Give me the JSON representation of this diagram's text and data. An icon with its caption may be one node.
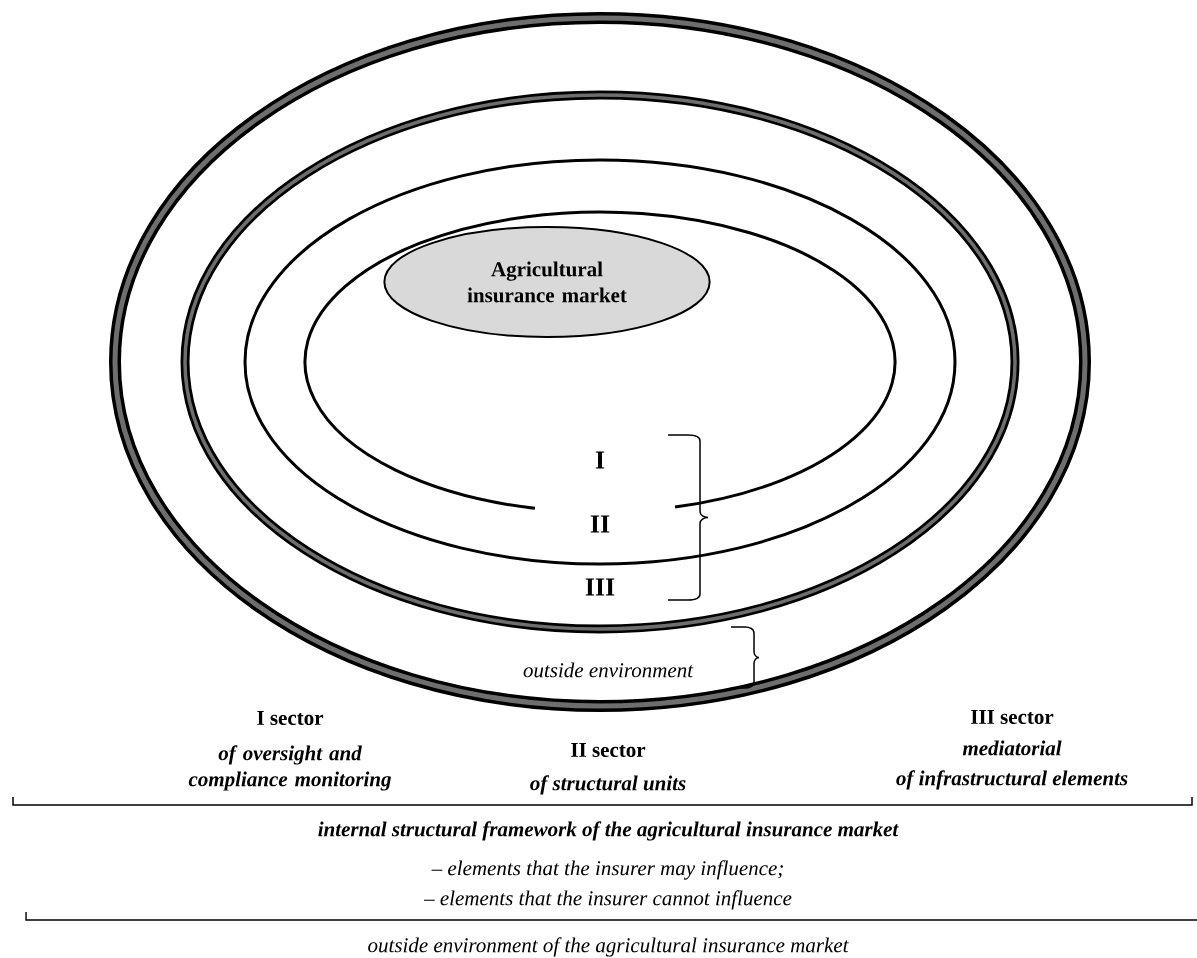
{
  "diagram": {
    "nodes": [
      {
        "text": [
          "outside environment"
        ]
      },
      {
        "text": [
          "III"
        ],
        "in": 0
      },
      {
        "text": [
          "II"
        ],
        "in": 1
      },
      {
        "text": [
          "I"
        ],
        "in": 2
      },
      {
        "text": [
          "Agricultural insurance market"
        ],
        "in": 3
      }
    ],
    "labels": [
      "I sector",
      "of oversight and compliance monitoring",
      "II sector",
      "of structural units",
      "III sector",
      "mediatorial",
      "of infrastructural elements",
      "internal structural framework of the agricultural insurance market",
      "– elements that the insurer may influence;",
      "– elements that the insurer cannot influence",
      "outside environment of the agricultural insurance market"
    ]
  }
}
